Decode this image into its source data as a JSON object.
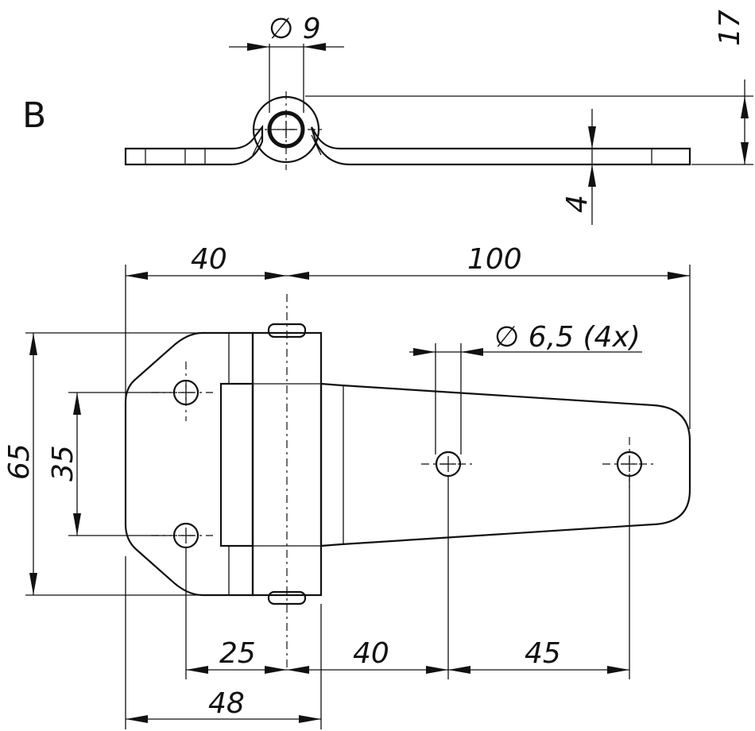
{
  "view_label": "B",
  "dimensions": {
    "pin_diameter": "∅ 9",
    "height_17": "17",
    "thickness_4": "4",
    "width_40_top": "40",
    "length_100": "100",
    "hole_diameter": "∅ 6,5 (4x)",
    "height_65": "65",
    "spacing_35": "35",
    "offset_25": "25",
    "spacing_40_bottom": "40",
    "spacing_45": "45",
    "width_48": "48"
  },
  "colors": {
    "line": "#111111",
    "metal_light": "#f2f3f7",
    "metal_mid": "#dfe1e8",
    "metal_dark": "#c9ccd6",
    "highlight": "#ffffff"
  }
}
